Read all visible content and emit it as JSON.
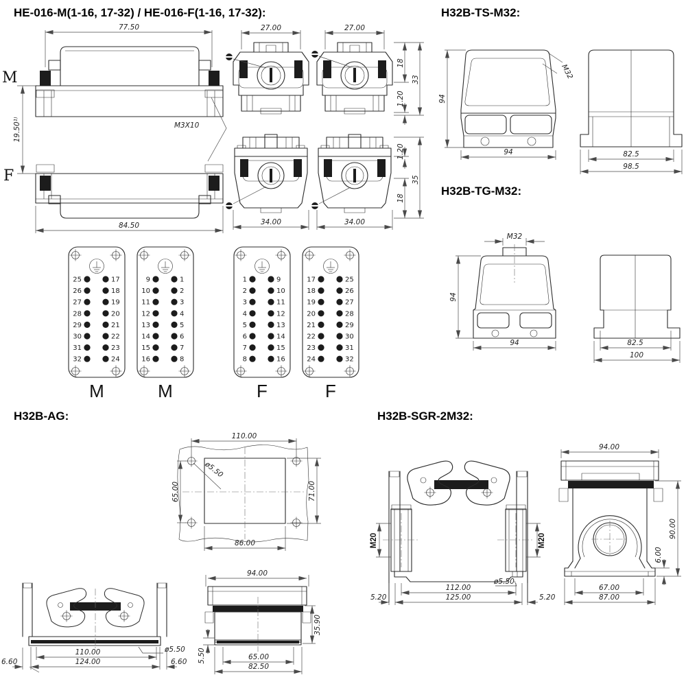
{
  "he016": {
    "title": "HE-016-M(1-16, 17-32) / HE-016-F(1-16, 17-32):",
    "label_m": "M",
    "label_f": "F",
    "dim_screw_span": "77.50",
    "dim_body_width": "84.50",
    "dim_gap": "19.50¹⁾",
    "thread_label": "M3X10",
    "end_top": {
      "w1": "27.00",
      "w2": "27.00",
      "h_insert": "18",
      "h_total": "33",
      "lip": "1.20"
    },
    "end_bottom": {
      "w1": "34.00",
      "w2": "34.00",
      "lip": "1.20",
      "h_total": "35",
      "h_insert": "18"
    }
  },
  "pin_panels": {
    "panels": [
      {
        "label": "M",
        "left": [
          "25",
          "26",
          "27",
          "28",
          "29",
          "30",
          "31",
          "32"
        ],
        "right": [
          "17",
          "18",
          "19",
          "20",
          "21",
          "22",
          "23",
          "24"
        ]
      },
      {
        "label": "M",
        "left": [
          "9",
          "10",
          "11",
          "12",
          "13",
          "14",
          "15",
          "16"
        ],
        "right": [
          "1",
          "2",
          "3",
          "4",
          "5",
          "6",
          "7",
          "8"
        ]
      },
      {
        "label": "F",
        "left": [
          "1",
          "2",
          "3",
          "4",
          "5",
          "6",
          "7",
          "8"
        ],
        "right": [
          "9",
          "10",
          "11",
          "12",
          "13",
          "14",
          "15",
          "16"
        ]
      },
      {
        "label": "F",
        "left": [
          "17",
          "18",
          "19",
          "20",
          "21",
          "22",
          "23",
          "24"
        ],
        "right": [
          "25",
          "26",
          "27",
          "28",
          "29",
          "30",
          "31",
          "32"
        ]
      }
    ]
  },
  "ts": {
    "title": "H32B-TS-M32:",
    "dim_height": "94",
    "thread": "M32",
    "dim_width": "94",
    "dim_side_width": "82.5",
    "dim_side_total": "98.5"
  },
  "tg": {
    "title": "H32B-TG-M32:",
    "thread": "M32",
    "dim_height": "94",
    "dim_width": "94",
    "dim_side_width": "82.5",
    "dim_side_total": "100"
  },
  "ag": {
    "title": "H32B-AG:",
    "cutout": {
      "dim_width": "110.00",
      "dim_hole": "ø5.50",
      "dim_left": "65.00",
      "dim_right": "71.00",
      "dim_bottom": "86.00"
    },
    "front": {
      "dim_inner": "110.00",
      "dim_outer": "124.00",
      "dim_hole": "ø5.50",
      "dim_lip_left": "6.60",
      "dim_lip_right": "6.60"
    },
    "side": {
      "dim_top": "94.00",
      "dim_height": "35.90",
      "dim_lip": "5.50",
      "dim_inner": "65.00",
      "dim_outer": "82.50"
    }
  },
  "sgr": {
    "title": "H32B-SGR-2M32:",
    "front": {
      "thread_left": "M20",
      "thread_right": "M20",
      "dim_inner": "112.00",
      "dim_outer": "125.00",
      "dim_hole": "ø5.50",
      "dim_lip_left": "5.20",
      "dim_lip_right": "5.20"
    },
    "side": {
      "dim_top": "94.00",
      "dim_height": "90.00",
      "dim_foot": "6.00",
      "dim_inner": "67.00",
      "dim_outer": "87.00"
    }
  }
}
